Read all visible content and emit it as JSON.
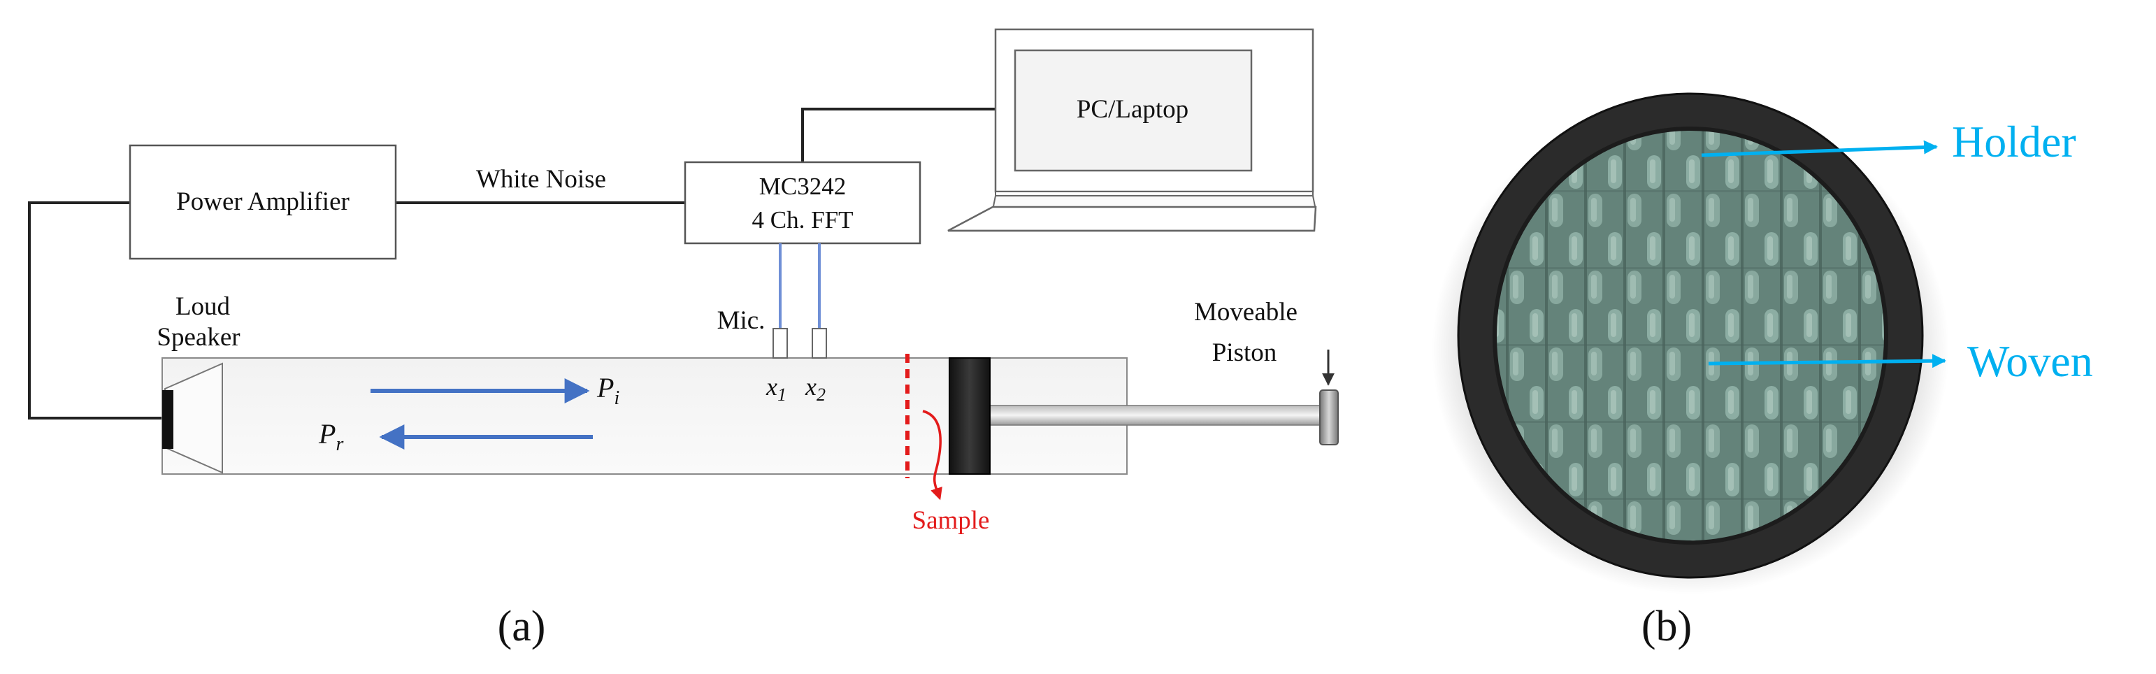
{
  "panel_a": {
    "label": "(a)",
    "blocks": {
      "power_amplifier": "Power Amplifier",
      "analyzer_line1": "MC3242",
      "analyzer_line2": "4 Ch. FFT",
      "pc": "PC/Laptop"
    },
    "signal_label": "White Noise",
    "speaker_line1": "Loud",
    "speaker_line2": "Speaker",
    "mic_label": "Mic.",
    "x1": {
      "base": "x",
      "sub": "1"
    },
    "x2": {
      "base": "x",
      "sub": "2"
    },
    "p_incident": {
      "base": "P",
      "sub": "i"
    },
    "p_reflected": {
      "base": "P",
      "sub": "r"
    },
    "piston_line1": "Moveable",
    "piston_line2": "Piston",
    "sample_label": "Sample"
  },
  "panel_b": {
    "label": "(b)",
    "holder_label": "Holder",
    "woven_label": "Woven"
  },
  "colors": {
    "wave_arrow": "#4472c4",
    "mic_cable": "#6f8fd6",
    "sample": "#e31b1b",
    "callout": "#00b0f0",
    "holder_ring": "#2b2b2b",
    "fabric": "#6f8f86"
  }
}
